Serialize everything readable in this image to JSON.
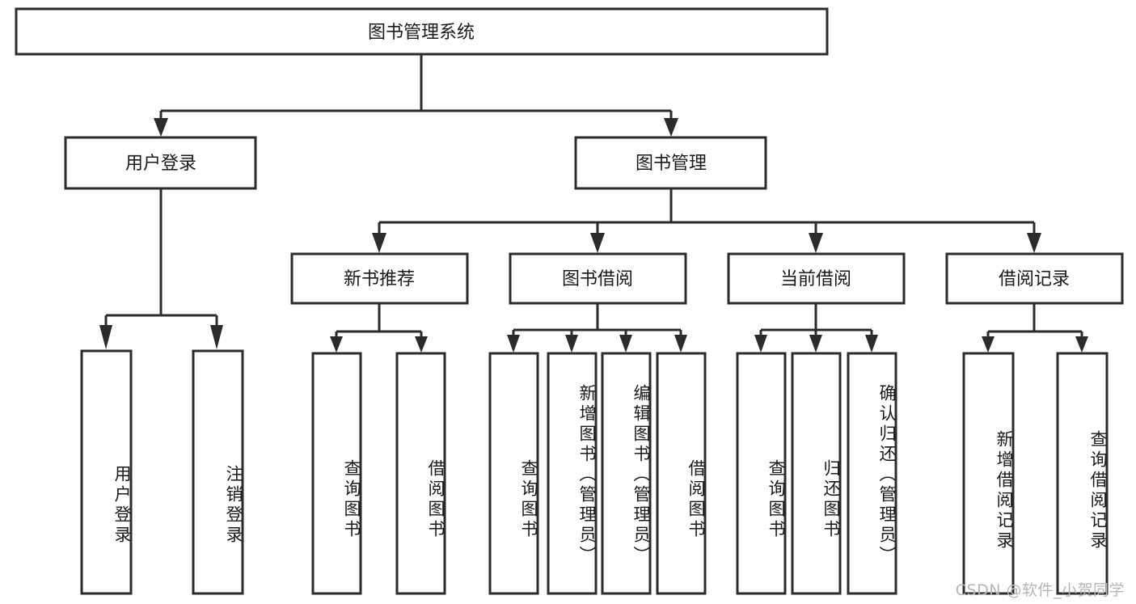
{
  "diagram": {
    "type": "tree",
    "title": "图书管理系统",
    "watermark": "CSDN @软件_小贺同学",
    "colors": {
      "box_stroke": "#2b2b2b",
      "box_fill": "#ffffff",
      "text": "#1a1a1a",
      "background": "#ffffff",
      "watermark": "#b6b6b6"
    },
    "levels": {
      "root": {
        "label": "图书管理系统"
      },
      "level2": [
        {
          "label": "用户登录"
        },
        {
          "label": "图书管理"
        }
      ],
      "level3": [
        {
          "label": "新书推荐"
        },
        {
          "label": "图书借阅"
        },
        {
          "label": "当前借阅"
        },
        {
          "label": "借阅记录"
        }
      ],
      "leaves": [
        {
          "label": "用户登录",
          "parent": "用户登录"
        },
        {
          "label": "注销登录",
          "parent": "用户登录"
        },
        {
          "label": "查询图书",
          "parent": "新书推荐"
        },
        {
          "label": "借阅图书",
          "parent": "新书推荐"
        },
        {
          "label": "查询图书",
          "parent": "图书借阅"
        },
        {
          "label": "新增图书（管理员）",
          "parent": "图书借阅"
        },
        {
          "label": "编辑图书（管理员）",
          "parent": "图书借阅"
        },
        {
          "label": "借阅图书",
          "parent": "图书借阅"
        },
        {
          "label": "查询图书",
          "parent": "当前借阅"
        },
        {
          "label": "归还图书",
          "parent": "当前借阅"
        },
        {
          "label": "确认归还（管理员）",
          "parent": "当前借阅"
        },
        {
          "label": "新增借阅记录",
          "parent": "借阅记录"
        },
        {
          "label": "查询借阅记录",
          "parent": "借阅记录"
        }
      ]
    }
  }
}
